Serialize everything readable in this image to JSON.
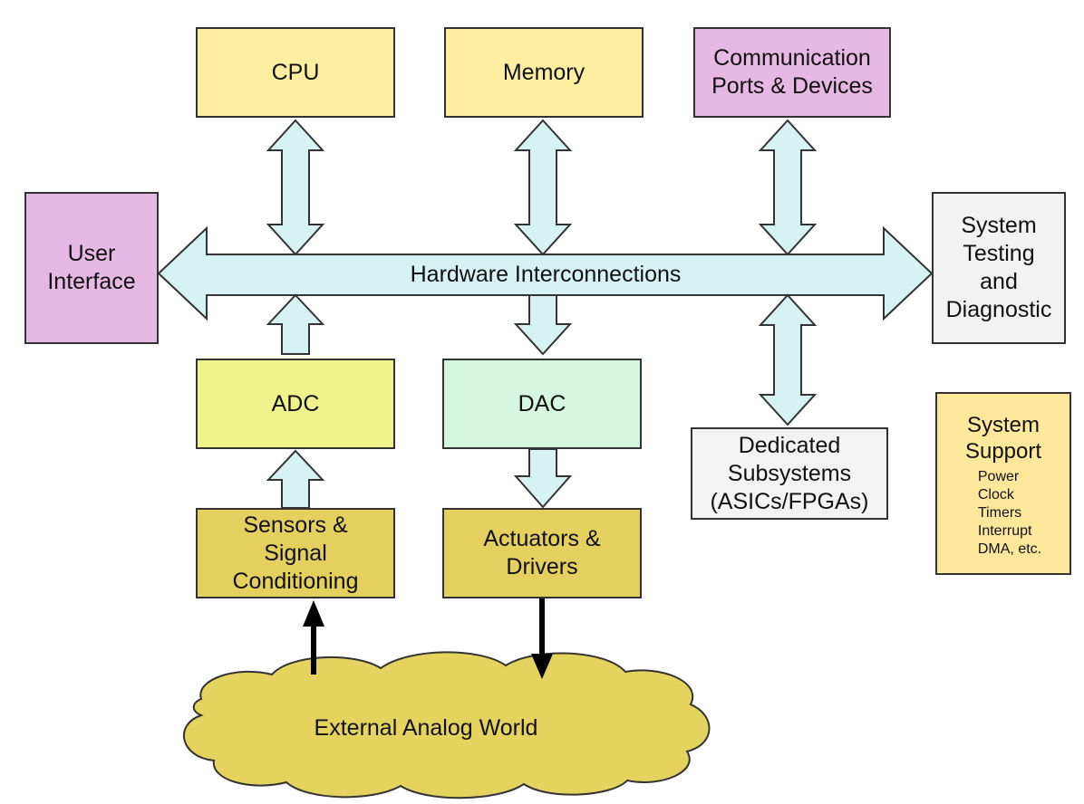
{
  "bus": {
    "label": "Hardware Interconnections"
  },
  "blocks": {
    "cpu": {
      "lines": [
        "CPU"
      ]
    },
    "memory": {
      "lines": [
        "Memory"
      ]
    },
    "comm": {
      "lines": [
        "Communication",
        "Ports & Devices"
      ]
    },
    "user_interface": {
      "lines": [
        "User",
        "Interface"
      ]
    },
    "testing": {
      "lines": [
        "System",
        "Testing",
        "and",
        "Diagnostic"
      ]
    },
    "adc": {
      "lines": [
        "ADC"
      ]
    },
    "dac": {
      "lines": [
        "DAC"
      ]
    },
    "sensors": {
      "lines": [
        "Sensors &",
        "Signal",
        "Conditioning"
      ]
    },
    "actuators": {
      "lines": [
        "Actuators &",
        "Drivers"
      ]
    },
    "dedicated": {
      "lines": [
        "Dedicated",
        "Subsystems",
        "(ASICs/FPGAs)"
      ]
    }
  },
  "system_support": {
    "title_lines": [
      "System",
      "Support"
    ],
    "items": [
      "Power",
      "Clock",
      "Timers",
      "Interrupt",
      "DMA, etc."
    ]
  },
  "external": {
    "label": "External Analog World"
  },
  "colors": {
    "processor_yellow": "#fdef9f",
    "comm_pink": "#e6b9e4",
    "adc_yellow_green": "#eef38b",
    "dac_mint": "#d6f6e1",
    "transducer_gold": "#e3d05f",
    "support_yellow": "#fde79a",
    "gray_box": "#f2f2f2",
    "bus_cyan": "#d7f2f2",
    "cloud_gold": "#e4d35e",
    "stroke": "#333333"
  }
}
